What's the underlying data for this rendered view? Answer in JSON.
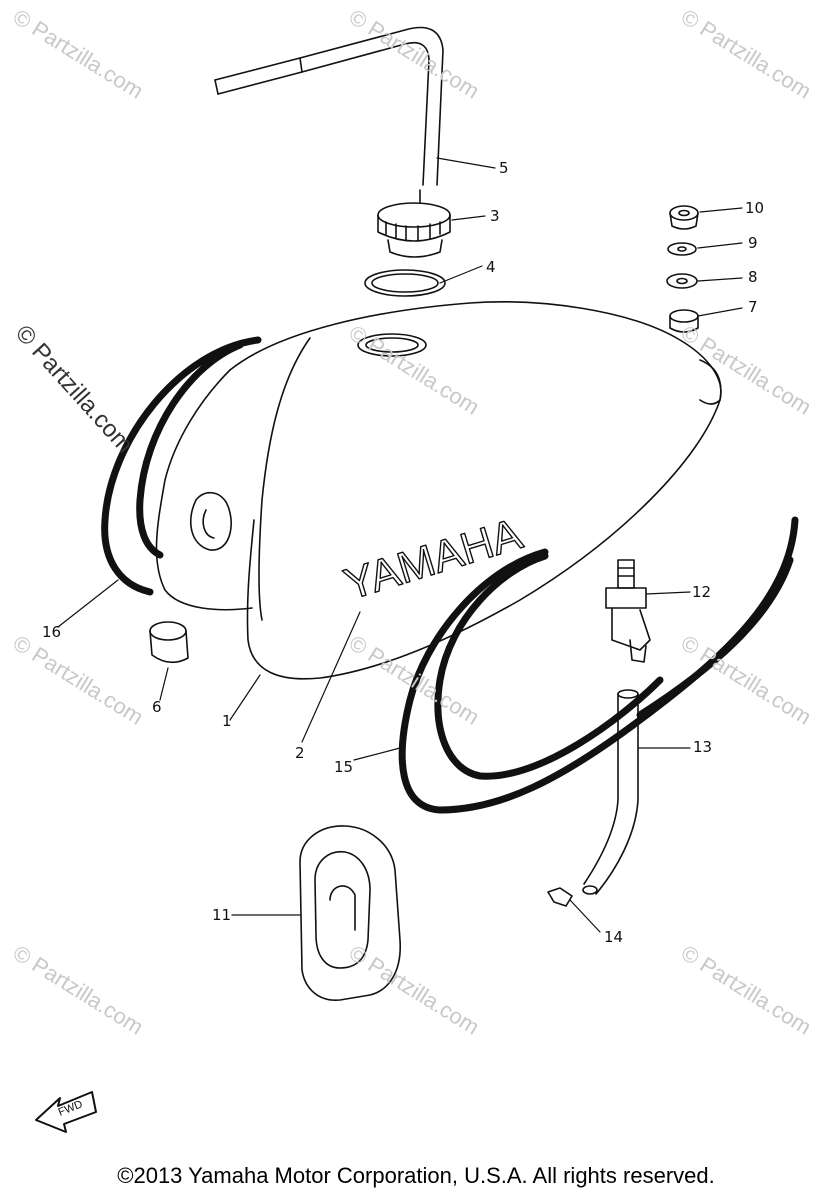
{
  "watermark_text": "© Partzilla.com",
  "tank_brand": "YAMAHA",
  "fwd_label": "FWD",
  "callouts": [
    "1",
    "2",
    "3",
    "4",
    "5",
    "6",
    "7",
    "8",
    "9",
    "10",
    "11",
    "12",
    "13",
    "14",
    "15",
    "16"
  ],
  "copyright": "©2013  Yamaha Motor Corporation, U.S.A. All rights reserved."
}
